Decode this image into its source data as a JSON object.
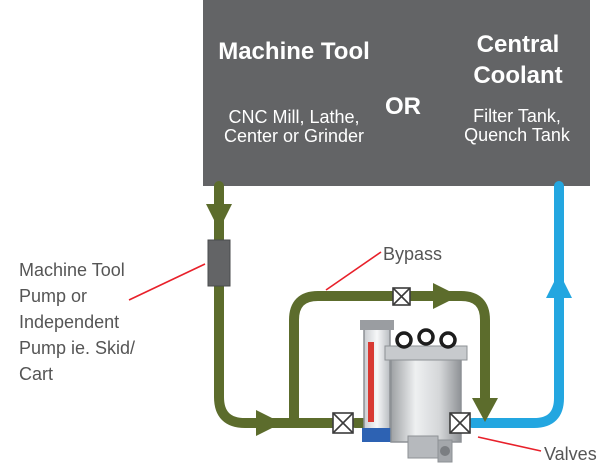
{
  "colors": {
    "panel": "#636466",
    "panel_text": "#ffffff",
    "dirty_line": "#5c6c2c",
    "clean_line": "#23a6e0",
    "leader": "#e8202a",
    "label_text": "#555555"
  },
  "panel": {
    "left_title": "Machine Tool",
    "left_sub": "CNC Mill, Lathe, Center or Grinder",
    "or_label": "OR",
    "right_title": "Central Coolant",
    "right_sub": "Filter Tank, Quench Tank"
  },
  "labels": {
    "pump": "Machine Tool Pump or Independent Pump ie. Skid/ Cart",
    "bypass": "Bypass",
    "valves": "Valves"
  },
  "icons": {
    "pump": "pump-block-icon",
    "valve": "valve-x-icon",
    "filter": "filter-unit-icon",
    "flow_arrow": "arrow-icon"
  }
}
